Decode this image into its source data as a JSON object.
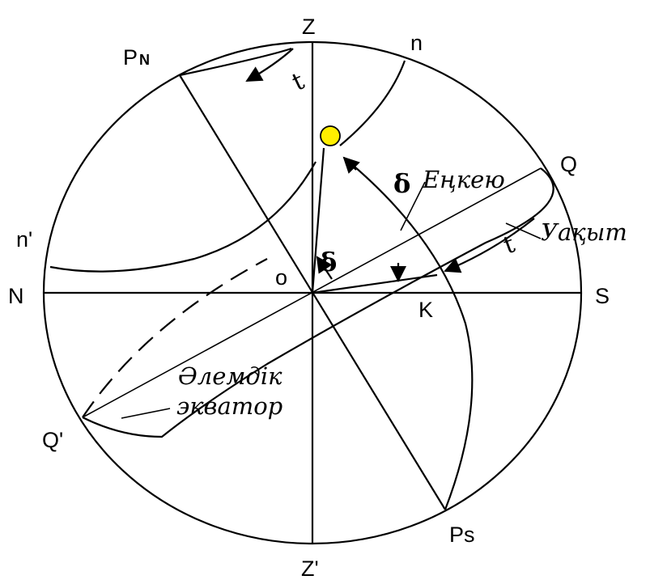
{
  "labels": {
    "zenith": "Z",
    "nadir": "Z'",
    "north_pole": "P",
    "north_pole_sub": "N",
    "south_pole": "Ps",
    "north": "N",
    "south": "S",
    "center": "o",
    "point_k": "K",
    "point_n": "n",
    "point_n_prime": "n'",
    "equator_q": "Q",
    "equator_q_prime": "Q'"
  },
  "annotations": {
    "hour_angle_top": "t",
    "hour_angle_side": "t",
    "delta_center": "δ",
    "delta_label": "δ",
    "declination_term": "Еңкею",
    "time_term": "Уақыт",
    "equator_term_line1": "Әлемдік",
    "equator_term_line2": "экватор"
  },
  "colors": {
    "line": "#000000",
    "star_fill": "#ffee00",
    "background": "#ffffff"
  },
  "icons": {
    "star": "star-dot-icon"
  }
}
